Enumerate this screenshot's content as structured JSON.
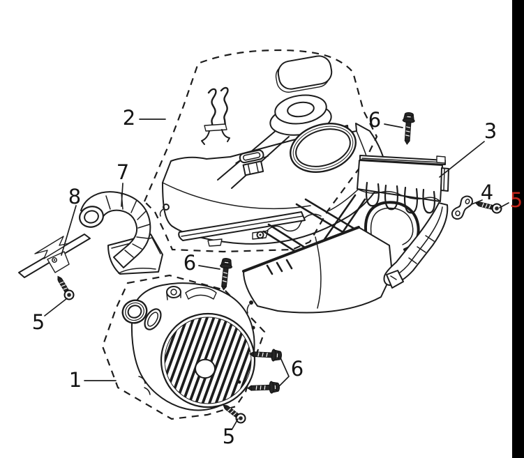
{
  "colors": {
    "background": "#ffffff",
    "line_ink": "#1c1c1c",
    "label_ink": "#141414",
    "highlight_red": "#c1261b",
    "right_bar": "#000000"
  },
  "parts": [
    "fan-cover",
    "frame-cover",
    "cylinder-shroud",
    "wire-clamp",
    "pan-screw",
    "flange-bolt",
    "ribbed-air-duct",
    "arrow-bracket",
    "seal-ring",
    "rubber-pad",
    "retainer-clip",
    "latch-buckle"
  ],
  "callouts": [
    {
      "part": "frame-cover-outline",
      "label": "2"
    },
    {
      "part": "bolt-top",
      "label": "6"
    },
    {
      "part": "cylinder-shroud",
      "label": "3"
    },
    {
      "part": "wire-clamp",
      "label": "4"
    },
    {
      "part": "screw-right",
      "label": "5"
    },
    {
      "part": "air-duct",
      "label": "7"
    },
    {
      "part": "arrow-bracket",
      "label": "8"
    },
    {
      "part": "screw-left",
      "label": "5"
    },
    {
      "part": "fan-cover-outline",
      "label": "1"
    },
    {
      "part": "bolt-middle",
      "label": "6"
    },
    {
      "part": "bolt-pair",
      "label": "6"
    },
    {
      "part": "screw-bottom",
      "label": "5"
    }
  ]
}
